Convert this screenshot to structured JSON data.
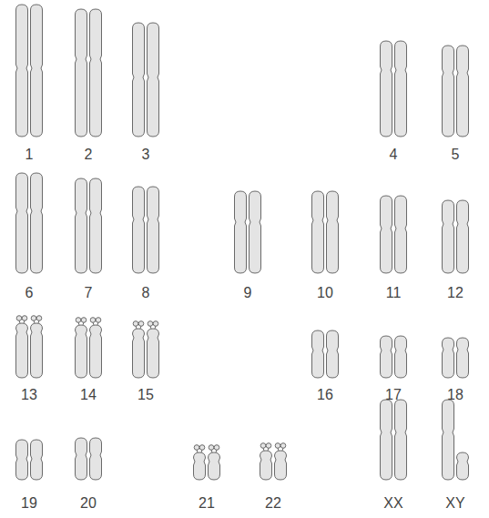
{
  "diagram": {
    "labels": [
      "1",
      "2",
      "3",
      "4",
      "5",
      "6",
      "7",
      "8",
      "9",
      "10",
      "11",
      "12",
      "13",
      "14",
      "15",
      "16",
      "17",
      "18",
      "19",
      "20",
      "21",
      "22",
      "XX",
      "XY"
    ]
  }
}
